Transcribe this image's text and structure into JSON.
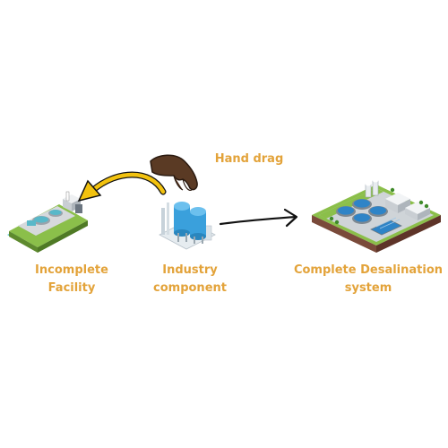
{
  "labels": {
    "hand_drag": "Hand drag",
    "incomplete_facility": [
      "Incomplete",
      "Facility"
    ],
    "industry_component": [
      "Industry",
      "component"
    ],
    "complete_system": [
      "Complete Desalination",
      "system"
    ]
  },
  "colors": {
    "label_orange": "#e3a33a",
    "arrow_yellow": "#f2c20f",
    "arrow_black": "#111111",
    "hand_brown": "#5a3a24",
    "tank_blue": "#3aa0dc",
    "platform_green": "#8bbf4a",
    "water_teal": "#5cc6cc",
    "pool_blue": "#4aa3d9",
    "soil_brown": "#7a4a3a"
  },
  "icons": [
    "incomplete-facility-icon",
    "industry-component-icon",
    "hand-icon",
    "complete-desalination-plant-icon",
    "yellow-curved-arrow",
    "black-arrow"
  ]
}
